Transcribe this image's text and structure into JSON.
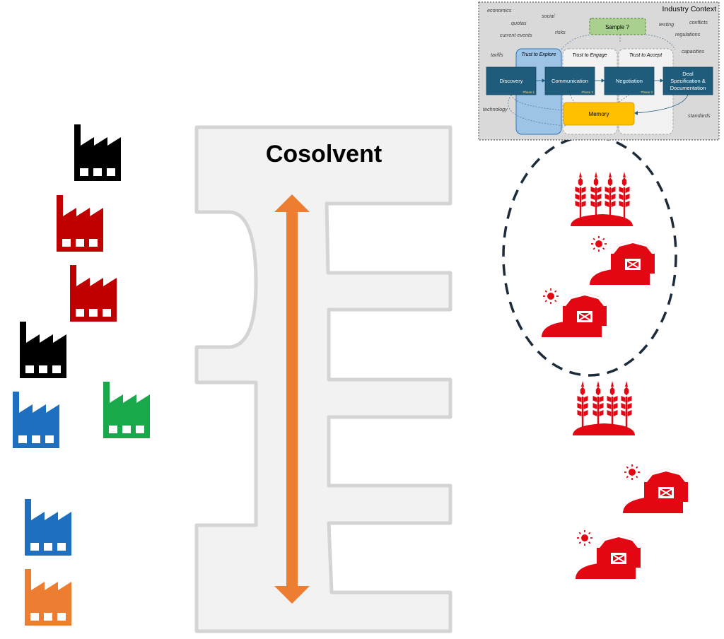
{
  "platform": {
    "title": "Cosolvent"
  },
  "factories": [
    {
      "color": "#000000"
    },
    {
      "color": "#c00000"
    },
    {
      "color": "#c00000"
    },
    {
      "color": "#000000"
    },
    {
      "color": "#1f6fc0"
    },
    {
      "color": "#19a84a"
    },
    {
      "color": "#1f6fc0"
    },
    {
      "color": "#ed7d31"
    }
  ],
  "farm_icons": [
    {
      "kind": "wheat-icon"
    },
    {
      "kind": "barn-icon"
    },
    {
      "kind": "barn-icon"
    },
    {
      "kind": "wheat-icon"
    },
    {
      "kind": "barn-icon"
    },
    {
      "kind": "barn-icon"
    }
  ],
  "colors": {
    "farm_red": "#e30613",
    "arrow_orange": "#ed7d31",
    "platform_fill": "#f2f2f2",
    "platform_stroke": "#d4d4d4",
    "box_teal": "#1f5c7c",
    "memory_yellow": "#ffc000",
    "sample_green": "#a9d08e",
    "explore_blue": "#9dc3e6",
    "dashed_navy": "#1c2b3a"
  },
  "industry_context": {
    "title": "Industry Context",
    "factors": [
      "economics",
      "social",
      "quotas",
      "risks",
      "current events",
      "testing",
      "conflicts",
      "regulations",
      "tariffs",
      "capacities",
      "technology",
      "standards"
    ],
    "sample_label": "Sample ?",
    "trust_labels": [
      "Trust to Explore",
      "Trust to Engage",
      "Trust to Accept"
    ],
    "steps": [
      "Discovery",
      "Communication",
      "Negotiation"
    ],
    "final_step": [
      "Deal",
      "Specification &",
      "Documentation"
    ],
    "phase_labels": [
      "Phase 1",
      "Phase 2",
      "Phase 3"
    ],
    "memory_label": "Memory"
  }
}
